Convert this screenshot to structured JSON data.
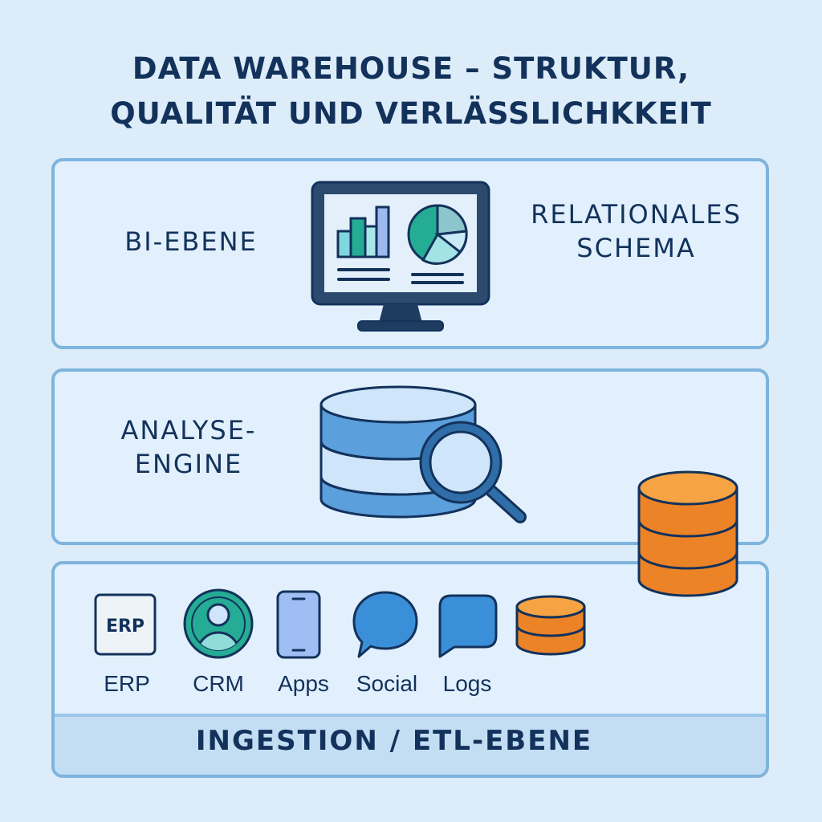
{
  "title": {
    "line1": "DATA WAREHOUSE – STRUKTUR,",
    "line2": "QUALITÄT UND VERLÄSSLICHKKEIT"
  },
  "layers": {
    "bi": {
      "label": "BI-EBENE",
      "schema_line1": "RELATIONALES",
      "schema_line2": "SCHEMA",
      "icon": "monitor-dashboard-icon"
    },
    "analyse": {
      "label_line1": "ANALYSE-",
      "label_line2": "ENGINE",
      "icon": "database-search-icon"
    },
    "ingestion": {
      "title": "INGESTION / ETL-EBENE",
      "sources": [
        {
          "label": "ERP",
          "icon": "erp-box-icon",
          "icon_text": "ERP"
        },
        {
          "label": "CRM",
          "icon": "user-circle-icon"
        },
        {
          "label": "Apps",
          "icon": "smartphone-icon"
        },
        {
          "label": "Social",
          "icon": "speech-bubble-icon"
        },
        {
          "label": "Logs",
          "icon": "message-square-icon"
        }
      ],
      "extra_icon": "database-orange-icon"
    }
  },
  "storage_icon": "database-orange-large-icon",
  "colors": {
    "background": "#dcecf9",
    "panel_fill": "#e1f0fc",
    "panel_border": "#7eb4dd",
    "text": "#13325b",
    "accent_blue": "#3b8fd9",
    "accent_teal": "#25ac94",
    "accent_orange": "#ec8327"
  }
}
